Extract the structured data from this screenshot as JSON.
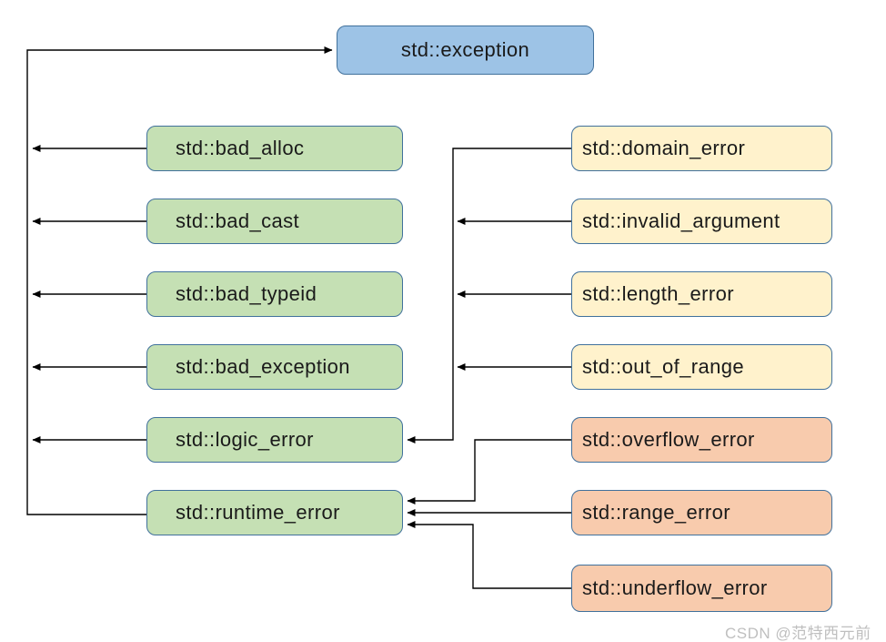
{
  "diagram": {
    "root": {
      "label": "std::exception",
      "fill": "#9dc3e6"
    },
    "left_column": [
      {
        "label": "std::bad_alloc",
        "fill": "#c5e0b4"
      },
      {
        "label": "std::bad_cast",
        "fill": "#c5e0b4"
      },
      {
        "label": "std::bad_typeid",
        "fill": "#c5e0b4"
      },
      {
        "label": "std::bad_exception",
        "fill": "#c5e0b4"
      },
      {
        "label": "std::logic_error",
        "fill": "#c5e0b4"
      },
      {
        "label": "std::runtime_error",
        "fill": "#c5e0b4"
      }
    ],
    "right_column": [
      {
        "label": "std::domain_error",
        "fill": "#fff2cc"
      },
      {
        "label": "std::invalid_argument",
        "fill": "#fff2cc"
      },
      {
        "label": "std::length_error",
        "fill": "#fff2cc"
      },
      {
        "label": "std::out_of_range",
        "fill": "#fff2cc"
      },
      {
        "label": "std::overflow_error",
        "fill": "#f8cbad"
      },
      {
        "label": "std::range_error",
        "fill": "#f8cbad"
      },
      {
        "label": "std::underflow_error",
        "fill": "#f8cbad"
      }
    ],
    "edges": [
      {
        "from": "std::bad_alloc",
        "to": "std::exception"
      },
      {
        "from": "std::bad_cast",
        "to": "std::exception"
      },
      {
        "from": "std::bad_typeid",
        "to": "std::exception"
      },
      {
        "from": "std::bad_exception",
        "to": "std::exception"
      },
      {
        "from": "std::logic_error",
        "to": "std::exception"
      },
      {
        "from": "std::runtime_error",
        "to": "std::exception"
      },
      {
        "from": "std::domain_error",
        "to": "std::logic_error"
      },
      {
        "from": "std::invalid_argument",
        "to": "std::logic_error"
      },
      {
        "from": "std::length_error",
        "to": "std::logic_error"
      },
      {
        "from": "std::out_of_range",
        "to": "std::logic_error"
      },
      {
        "from": "std::overflow_error",
        "to": "std::runtime_error"
      },
      {
        "from": "std::range_error",
        "to": "std::runtime_error"
      },
      {
        "from": "std::underflow_error",
        "to": "std::runtime_error"
      }
    ],
    "colors": {
      "border": "#41719c",
      "line": "#000000",
      "text": "#1a1a1a"
    }
  },
  "watermark": {
    "text": "CSDN @范特西元前",
    "color": "#bfbfbf"
  }
}
